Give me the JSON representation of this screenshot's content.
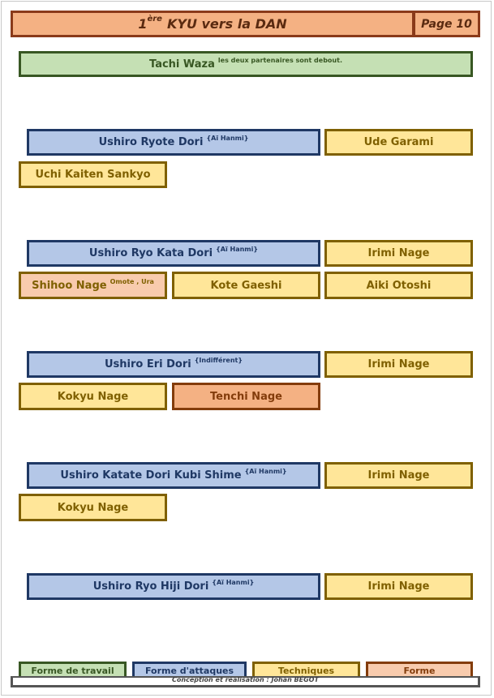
{
  "header": {
    "title_num": "1",
    "title_sup": "ère",
    "title_rest": "KYU vers la DAN",
    "page_label": "Page 10"
  },
  "category": {
    "label": "Tachi Waza",
    "note": "les deux partenaires sont debout."
  },
  "groups": [
    {
      "attack": "Ushiro Ryote Dori",
      "stance": "{Aï Hanmi}",
      "tech_main": "Ude Garami",
      "techs": [
        {
          "label": "Uchi Kaiten Sankyo"
        }
      ]
    },
    {
      "attack": "Ushiro Ryo Kata Dori",
      "stance": "{Aï Hanmi}",
      "tech_main": "Irimi Nage",
      "techs": [
        {
          "label": "Shihoo Nage",
          "note": "Omote , Ura"
        },
        {
          "label": "Kote Gaeshi"
        },
        {
          "label": "Aiki Otoshi"
        }
      ]
    },
    {
      "attack": "Ushiro Eri Dori",
      "stance": "{Indifférent}",
      "tech_main": "Irimi Nage",
      "techs": [
        {
          "label": "Kokyu Nage"
        },
        {
          "label": "Tenchi Nage"
        }
      ]
    },
    {
      "attack": "Ushiro Katate Dori Kubi Shime",
      "stance": "{Aï Hanmi}",
      "tech_main": "Irimi Nage",
      "techs": [
        {
          "label": "Kokyu Nage"
        }
      ]
    },
    {
      "attack": "Ushiro Ryo Hiji Dori",
      "stance": "{Aï Hanmi}",
      "tech_main": "Irimi Nage",
      "techs": []
    }
  ],
  "legend": {
    "items": [
      "Forme de travail",
      "Forme d'attaques",
      "Techniques",
      "Forme"
    ]
  },
  "footer": {
    "credit": "Conception et réalisation : Johan BÉGOT"
  },
  "colors": {
    "header_bg": "#f4b183",
    "category_bg": "#c5e0b4",
    "attack_bg": "#b4c7e7",
    "technique_bg": "#ffe699",
    "forme_bg": "#f8cbad"
  }
}
